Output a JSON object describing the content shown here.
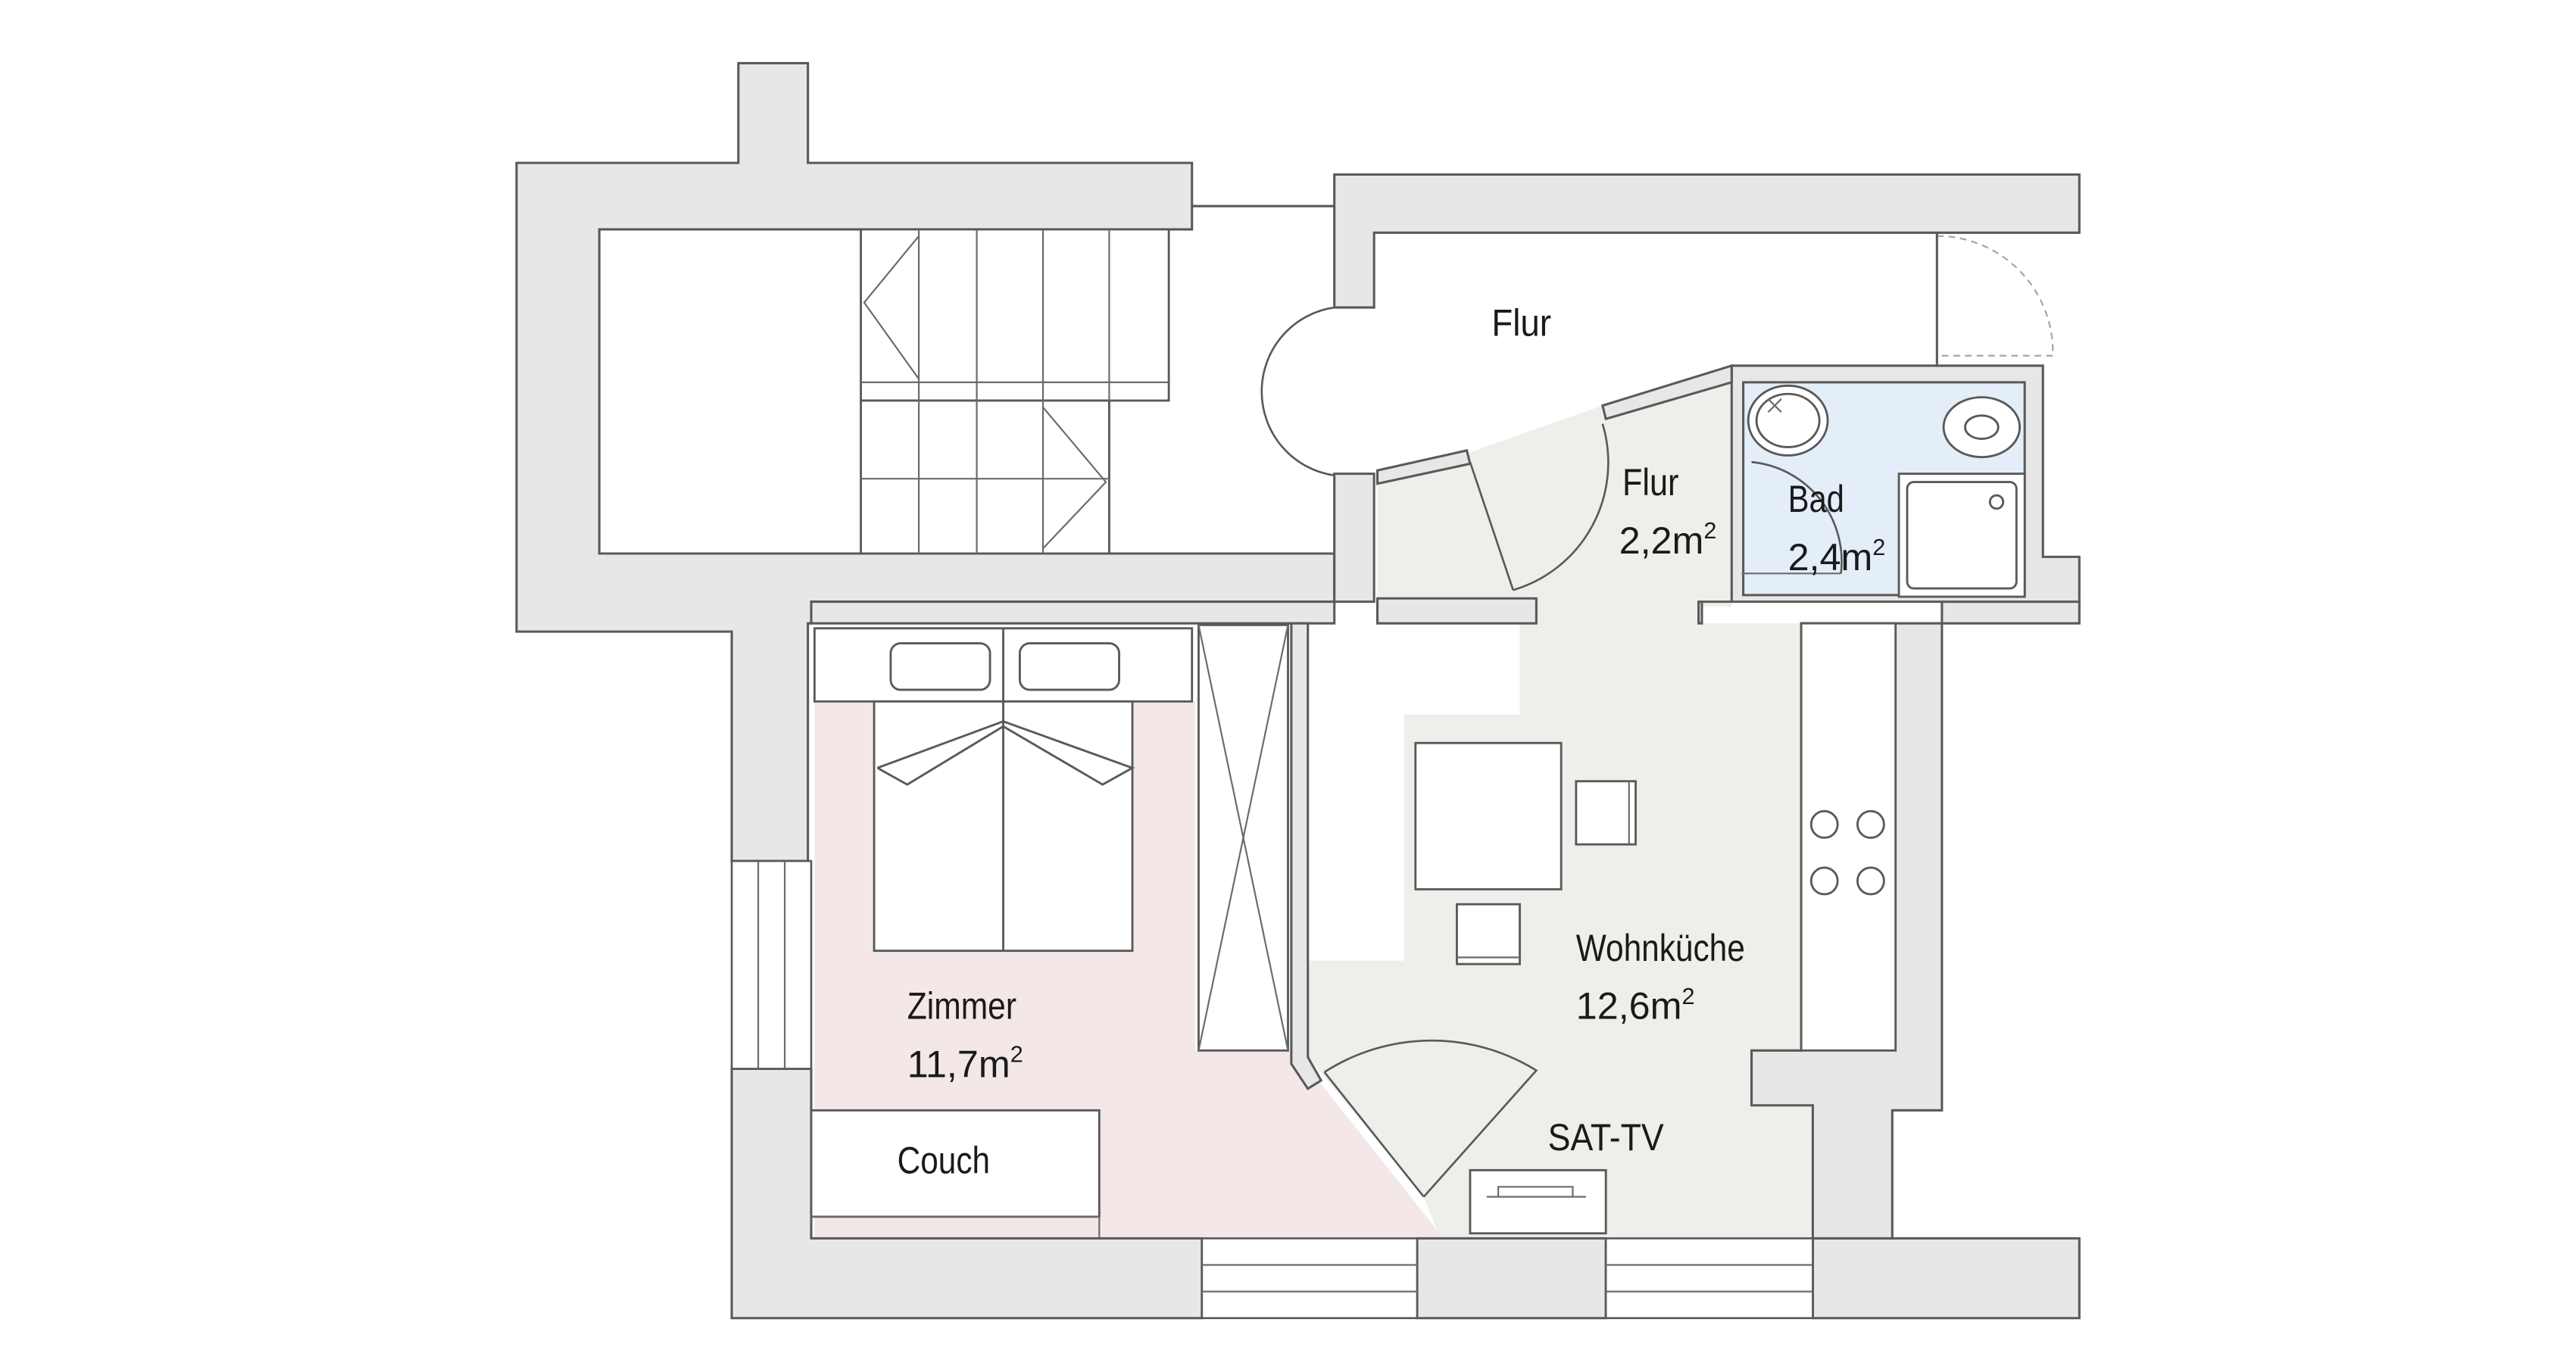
{
  "rooms": {
    "flur_top": {
      "name": "Flur"
    },
    "flur": {
      "name": "Flur",
      "area_value": "2,2m",
      "area_unit": "2"
    },
    "bad": {
      "name": "Bad",
      "area_value": "2,4m",
      "area_unit": "2"
    },
    "zimmer": {
      "name": "Zimmer",
      "area_value": "11,7m",
      "area_unit": "2"
    },
    "wohnkueche": {
      "name": "Wohnküche",
      "area_value": "12,6m",
      "area_unit": "2"
    }
  },
  "furniture": {
    "couch": "Couch",
    "tv": "SAT-TV"
  },
  "colors": {
    "wall_fill": "#e7e7e7",
    "line": "#595959",
    "zimmer_floor": "#f3e7e8",
    "wohn_floor": "#eeeeea",
    "bad_floor": "#e3eef8"
  }
}
